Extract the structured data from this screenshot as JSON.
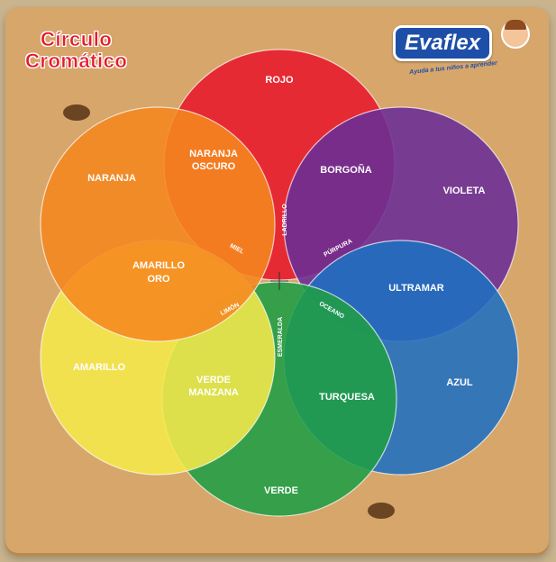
{
  "title": {
    "line1": "Círculo",
    "line2": "Cromático"
  },
  "brand": {
    "name": "Evaflex",
    "tagline": "Ayuda a tus niños a aprender"
  },
  "colors": {
    "rojo": "#e8192c",
    "violeta": "#6a2d96",
    "azul": "#1f6fc0",
    "verde": "#1f9e45",
    "amarillo": "#f5e94a",
    "naranja": "#f5881f"
  },
  "primary_labels": {
    "rojo": "ROJO",
    "violeta": "VIOLETA",
    "azul": "AZUL",
    "verde": "VERDE",
    "amarillo": "AMARILLO",
    "naranja": "NARANJA"
  },
  "mix_labels": {
    "naranja_oscuro_1": "NARANJA",
    "naranja_oscuro_2": "OSCURO",
    "borgona": "BORGOÑA",
    "ultramar": "ULTRAMAR",
    "turquesa": "TURQUESA",
    "verde_manzana_1": "VERDE",
    "verde_manzana_2": "MANZANA",
    "amarillo_oro_1": "AMARILLO",
    "amarillo_oro_2": "ORO"
  },
  "center_labels": {
    "ladrillo": "LADRILLO",
    "purpura": "PÚRPURA",
    "oceano": "OCEANO",
    "esmeralda": "ESMERALDA",
    "limon": "LIMÓN",
    "miel": "MIEL"
  }
}
